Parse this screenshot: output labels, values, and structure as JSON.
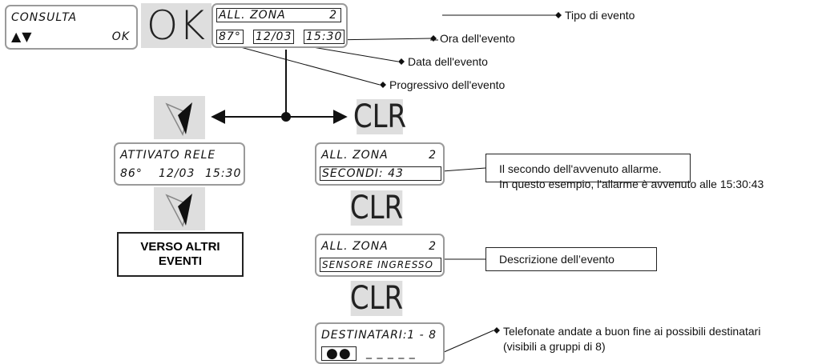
{
  "menu_panel": {
    "line1": "CONSULTA",
    "arrows": "▲▼",
    "ok_hint": "OK"
  },
  "ok_button": {
    "label": "OK"
  },
  "event_panel": {
    "type": "ALL. ZONA",
    "type_num": "2",
    "progressive": "87°",
    "date": "12/03",
    "time": "15:30"
  },
  "callouts": {
    "tipo": "Tipo di evento",
    "ora": "Ora dell'evento",
    "data": "Data dell'evento",
    "progressivo": "Progressivo dell'evento"
  },
  "clr_label": "CLR",
  "prev_panel": {
    "line1": "ATTIVATO RELE",
    "progressive": "86°",
    "date": "12/03",
    "time": "15:30"
  },
  "other_events": {
    "line1": "VERSO ALTRI",
    "line2": "EVENTI"
  },
  "seconds_panel": {
    "type": "ALL. ZONA",
    "type_num": "2",
    "line2": "SECONDI: 43"
  },
  "seconds_note": {
    "line1": "Il secondo dell'avvenuto allarme.",
    "line2": "In questo esempio, l'allarme è avvenuto alle 15:30:43"
  },
  "description_panel": {
    "type": "ALL. ZONA",
    "type_num": "2",
    "line2": "SENSORE INGRESSO"
  },
  "description_note": "Descrizione dell’evento",
  "recipients_panel": {
    "line1": "DESTINATARI:",
    "range": "1 - 8",
    "dots": "●●",
    "dashes": "_ _ _ _ _"
  },
  "recipients_note": {
    "line1": "Telefonate andate a buon fine ai possibili destinatari",
    "line2": "(visibili a gruppi di 8)"
  },
  "colors": {
    "button_bg": "#dedede",
    "lcd_border": "#9a9a9a",
    "ink": "#111111"
  },
  "icons": {
    "nav": "scroll-down-arrow-icon",
    "bullet": "diamond-bullet-icon"
  }
}
